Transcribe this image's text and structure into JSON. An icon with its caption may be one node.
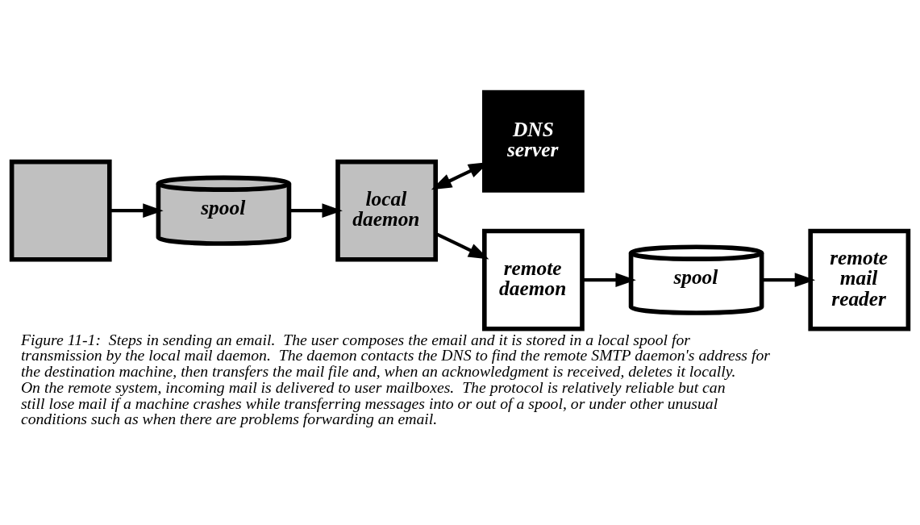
{
  "diagram": {
    "caption": "Figure 11-1:  Steps in sending an email.  The user composes the email and it is stored in a local spool for transmission by the local mail daemon.  The daemon contacts the DNS to find the remote SMTP daemon's address for the destination machine, then transfers the mail file and, when an acknowledgment is received, deletes it locally.  On the remote system, incoming mail is delivered to user mailboxes.  The protocol is relatively reliable but can still lose mail if a machine crashes while transferring messages into or out of a spool, or under other unusual conditions such as when there are problems forwarding an email.",
    "nodes": [
      {
        "text": [],
        "shape": "box"
      },
      {
        "text": [
          "spool"
        ]
      },
      {
        "text": [
          "local daemon"
        ]
      },
      {
        "text": [
          "DNS server"
        ]
      },
      {
        "text": [
          "remote daemon"
        ]
      },
      {
        "text": [
          "spool"
        ]
      },
      {
        "text": [
          "remote mail reader"
        ]
      }
    ],
    "edges": [
      {
        "from": 0,
        "to": 1,
        "arrow": "to"
      },
      {
        "from": 1,
        "to": 2,
        "arrow": "to"
      },
      {
        "from": 2,
        "to": 3,
        "arrow": "both"
      },
      {
        "from": 2,
        "to": 4,
        "arrow": "to"
      },
      {
        "from": 4,
        "to": 5,
        "arrow": "to"
      },
      {
        "from": 5,
        "to": 6,
        "arrow": "to"
      }
    ]
  }
}
